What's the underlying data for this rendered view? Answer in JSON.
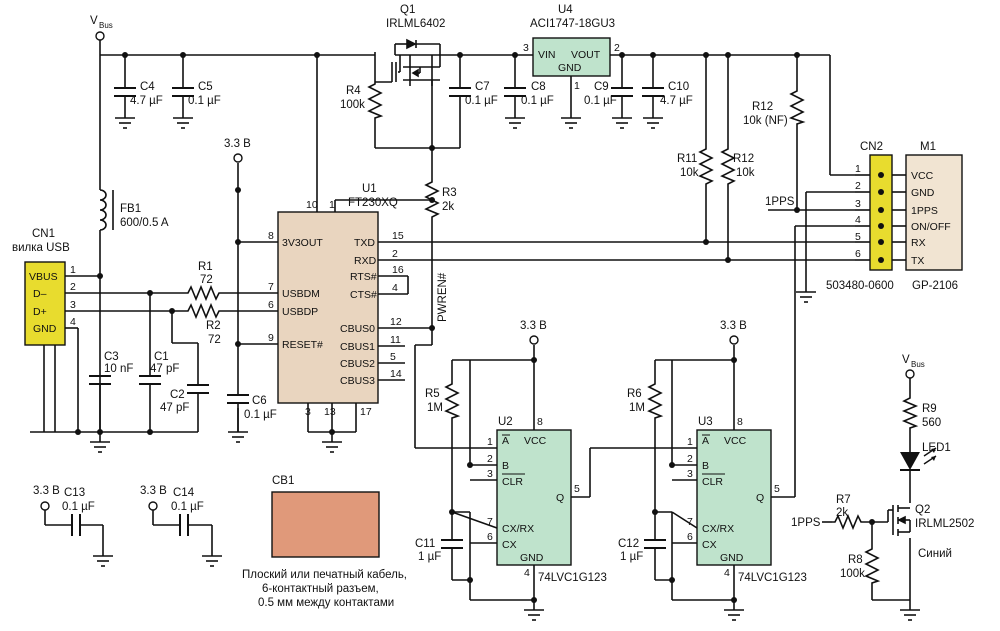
{
  "rails": {
    "vbus": "V",
    "vbus_sub": "Bus",
    "v33": "3.3 В"
  },
  "caps": {
    "c4": {
      "ref": "C4",
      "val": "4.7 µF"
    },
    "c5": {
      "ref": "C5",
      "val": "0.1 µF"
    },
    "c7": {
      "ref": "C7",
      "val": "0.1 µF"
    },
    "c8": {
      "ref": "C8",
      "val": "0.1 µF"
    },
    "c9": {
      "ref": "C9",
      "val": "0.1 µF"
    },
    "c10": {
      "ref": "C10",
      "val": "4.7 µF"
    },
    "c3": {
      "ref": "C3",
      "val": "10 nF"
    },
    "c1": {
      "ref": "C1",
      "val": "47 pF"
    },
    "c2": {
      "ref": "C2",
      "val": "47 pF"
    },
    "c6": {
      "ref": "C6",
      "val": "0.1 µF"
    },
    "c11": {
      "ref": "C11",
      "val": "1 µF"
    },
    "c12": {
      "ref": "C12",
      "val": "1 µF"
    },
    "c13": {
      "ref": "C13",
      "val": "0.1 µF"
    },
    "c14": {
      "ref": "C14",
      "val": "0.1 µF"
    }
  },
  "res": {
    "r4": {
      "ref": "R4",
      "val": "100k"
    },
    "r3": {
      "ref": "R3",
      "val": "2k"
    },
    "r1": {
      "ref": "R1",
      "val": "72"
    },
    "r2": {
      "ref": "R2",
      "val": "72"
    },
    "r11": {
      "ref": "R11",
      "val": "10k"
    },
    "r12a": {
      "ref": "R12",
      "val": "10k"
    },
    "r12b": {
      "ref": "R12",
      "val": "10k (NF)"
    },
    "r5": {
      "ref": "R5",
      "val": "1M"
    },
    "r6": {
      "ref": "R6",
      "val": "1M"
    },
    "r7": {
      "ref": "R7",
      "val": "2k"
    },
    "r8": {
      "ref": "R8",
      "val": "100k"
    },
    "r9": {
      "ref": "R9",
      "val": "560"
    }
  },
  "q1": {
    "ref": "Q1",
    "part": "IRLML6402"
  },
  "q2": {
    "ref": "Q2",
    "part": "IRLML2502"
  },
  "u4": {
    "ref": "U4",
    "part": "ACI1747-18GU3",
    "vin": "VIN",
    "vout": "VOUT",
    "gnd": "GND",
    "pins": [
      "3",
      "2",
      "1"
    ]
  },
  "fb1": {
    "ref": "FB1",
    "val": "600/0.5 A"
  },
  "cn1": {
    "ref": "CN1",
    "desc": "вилка USB",
    "pins": [
      "VBUS",
      "D–",
      "D+",
      "GND"
    ],
    "nums": [
      "1",
      "2",
      "3",
      "4"
    ]
  },
  "u1": {
    "ref": "U1",
    "part": "FT230XQ",
    "left": [
      {
        "n": "8",
        "name": "3V3OUT"
      },
      {
        "n": "7",
        "name": "USBDM"
      },
      {
        "n": "6",
        "name": "USBDP"
      },
      {
        "n": "9",
        "name": "RESET#"
      }
    ],
    "top": [
      "10",
      "1"
    ],
    "right": [
      {
        "n": "15",
        "name": "TXD"
      },
      {
        "n": "2",
        "name": "RXD"
      },
      {
        "n": "16",
        "name": "RTS#"
      },
      {
        "n": "4",
        "name": "CTS#"
      },
      {
        "n": "12",
        "name": "CBUS0"
      },
      {
        "n": "11",
        "name": "CBUS1"
      },
      {
        "n": "5",
        "name": "CBUS2"
      },
      {
        "n": "14",
        "name": "CBUS3"
      }
    ],
    "bottom": [
      "3",
      "13",
      "17"
    ]
  },
  "pwren": "PWREN#",
  "cn2": {
    "ref": "CN2",
    "part": "503480-0600",
    "nums": [
      "1",
      "2",
      "3",
      "4",
      "5",
      "6"
    ]
  },
  "m1": {
    "ref": "M1",
    "part": "GP-2106",
    "pins": [
      "VCC",
      "GND",
      "1PPS",
      "ON/OFF",
      "RX",
      "TX"
    ]
  },
  "pps": "1PPS",
  "u2": {
    "ref": "U2",
    "part": "74LVC1G123"
  },
  "u3": {
    "ref": "U3",
    "part": "74LVC1G123"
  },
  "mono": {
    "a": "A",
    "b": "B",
    "clr": "CLR",
    "vcc": "VCC",
    "q": "Q",
    "cxrx": "CX/RX",
    "cx": "CX",
    "gnd": "GND",
    "pins": [
      "1",
      "2",
      "3",
      "7",
      "6",
      "8",
      "5",
      "4"
    ]
  },
  "led1": {
    "ref": "LED1",
    "color": "Синий"
  },
  "cb1": {
    "ref": "CB1",
    "desc1": "Плоский или печатный кабель,",
    "desc2": "6-контактный разъем,",
    "desc3": "0.5 мм между контактами"
  },
  "colors": {
    "ic": "#e9d5bf",
    "regulator": "#bfe3cc",
    "connector": "#e8dc2e",
    "module": "#f1e4d2",
    "cable": "#e0997a"
  }
}
